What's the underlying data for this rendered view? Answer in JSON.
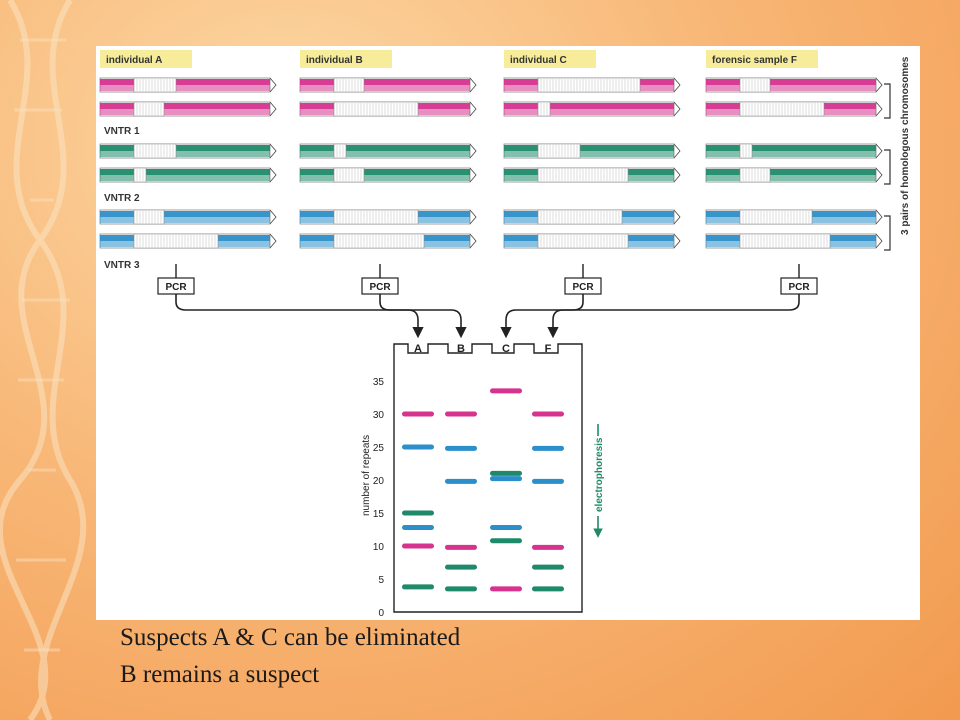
{
  "individuals": [
    {
      "id": "A",
      "label": "individual A",
      "vntr": [
        [
          14,
          10
        ],
        [
          14,
          4
        ],
        [
          10,
          28
        ]
      ]
    },
    {
      "id": "B",
      "label": "individual B",
      "vntr": [
        [
          10,
          28
        ],
        [
          4,
          10
        ],
        [
          28,
          30
        ]
      ]
    },
    {
      "id": "C",
      "label": "individual C",
      "vntr": [
        [
          34,
          4
        ],
        [
          14,
          30
        ],
        [
          28,
          30
        ]
      ]
    },
    {
      "id": "F",
      "label": "forensic sample F",
      "vntr": [
        [
          10,
          28
        ],
        [
          4,
          10
        ],
        [
          24,
          30
        ]
      ]
    }
  ],
  "vntr_labels": [
    "VNTR 1",
    "VNTR 2",
    "VNTR 3"
  ],
  "pcr_label": "PCR",
  "side_label": "3 pairs of homologous chromosomes",
  "gel": {
    "lanes": [
      "A",
      "B",
      "C",
      "F"
    ],
    "ylabel": "number of repeats",
    "yticks": [
      0,
      5,
      10,
      15,
      20,
      25,
      30,
      35
    ],
    "electrophoresis_label": "electrophoresis",
    "bands": {
      "A": [
        {
          "v": 30,
          "c": "magenta"
        },
        {
          "v": 25,
          "c": "blue"
        },
        {
          "v": 15,
          "c": "green"
        },
        {
          "v": 12.8,
          "c": "blue"
        },
        {
          "v": 10,
          "c": "magenta"
        },
        {
          "v": 3.8,
          "c": "green"
        }
      ],
      "B": [
        {
          "v": 30,
          "c": "magenta"
        },
        {
          "v": 24.8,
          "c": "blue"
        },
        {
          "v": 19.8,
          "c": "blue"
        },
        {
          "v": 9.8,
          "c": "magenta"
        },
        {
          "v": 6.8,
          "c": "green"
        },
        {
          "v": 3.5,
          "c": "green"
        }
      ],
      "C": [
        {
          "v": 33.5,
          "c": "magenta"
        },
        {
          "v": 21,
          "c": "green"
        },
        {
          "v": 20.2,
          "c": "blue"
        },
        {
          "v": 12.8,
          "c": "blue"
        },
        {
          "v": 10.8,
          "c": "green"
        },
        {
          "v": 3.5,
          "c": "magenta"
        }
      ],
      "F": [
        {
          "v": 30,
          "c": "magenta"
        },
        {
          "v": 24.8,
          "c": "blue"
        },
        {
          "v": 19.8,
          "c": "blue"
        },
        {
          "v": 9.8,
          "c": "magenta"
        },
        {
          "v": 6.8,
          "c": "green"
        },
        {
          "v": 3.5,
          "c": "green"
        }
      ]
    }
  },
  "colors": {
    "magenta": "#d6338f",
    "green": "#1e8a6a",
    "blue": "#2c8fc9",
    "label_box": "#f6ec9a",
    "repeat_fill": "#ffffff",
    "repeat_stroke": "#8a8a8a"
  },
  "captions": {
    "line1": "Suspects A & C can be eliminated",
    "line2": "B remains a suspect"
  }
}
